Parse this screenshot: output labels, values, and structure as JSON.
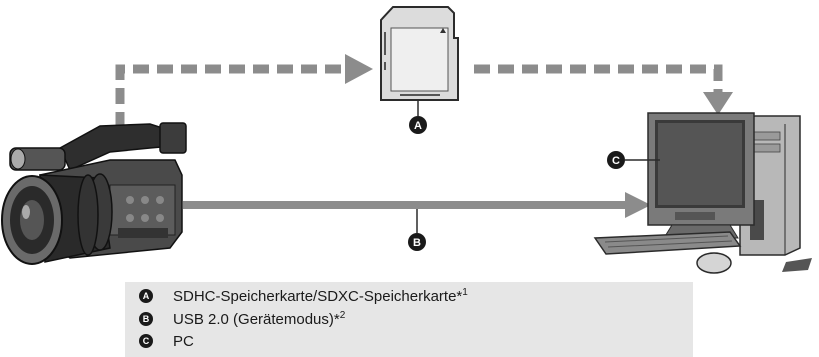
{
  "badges": {
    "a": "A",
    "b": "B",
    "c": "C"
  },
  "legend": [
    {
      "badge": "A",
      "text": "SDHC-Speicherkarte/SDXC-Speicherkarte*",
      "sup": "1"
    },
    {
      "badge": "B",
      "text": "USB 2.0 (Gerätemodus)*",
      "sup": "2"
    },
    {
      "badge": "C",
      "text": "PC",
      "sup": ""
    }
  ],
  "colors": {
    "arrow": "#8c8c8c",
    "legend_bg": "#e6e6e6",
    "badge": "#1a1a1a"
  }
}
